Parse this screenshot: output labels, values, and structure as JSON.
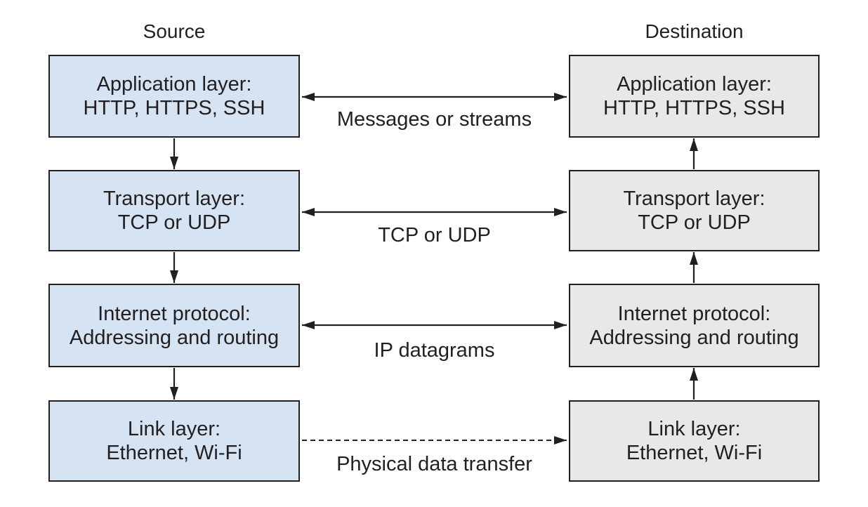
{
  "titles": {
    "source": "Source",
    "destination": "Destination"
  },
  "columns": {
    "source": {
      "layers": [
        {
          "line1": "Application layer:",
          "line2": "HTTP, HTTPS, SSH"
        },
        {
          "line1": "Transport layer:",
          "line2": "TCP or UDP"
        },
        {
          "line1": "Internet protocol:",
          "line2": "Addressing and routing"
        },
        {
          "line1": "Link layer:",
          "line2": "Ethernet, Wi-Fi"
        }
      ]
    },
    "destination": {
      "layers": [
        {
          "line1": "Application layer:",
          "line2": "HTTP, HTTPS, SSH"
        },
        {
          "line1": "Transport layer:",
          "line2": "TCP or UDP"
        },
        {
          "line1": "Internet protocol:",
          "line2": "Addressing and routing"
        },
        {
          "line1": "Link layer:",
          "line2": "Ethernet, Wi-Fi"
        }
      ]
    }
  },
  "links": [
    {
      "label": "Messages or streams",
      "style": "solid",
      "direction": "both"
    },
    {
      "label": "TCP or UDP",
      "style": "solid",
      "direction": "both"
    },
    {
      "label": "IP datagrams",
      "style": "solid",
      "direction": "both"
    },
    {
      "label": "Physical data transfer",
      "style": "dashed",
      "direction": "right"
    }
  ],
  "colors": {
    "background": "#ffffff",
    "source_box_fill": "#d5e3f2",
    "destination_box_fill": "#e8e8e8",
    "box_border": "#231f20",
    "arrow": "#231f20",
    "text": "#231f20"
  }
}
